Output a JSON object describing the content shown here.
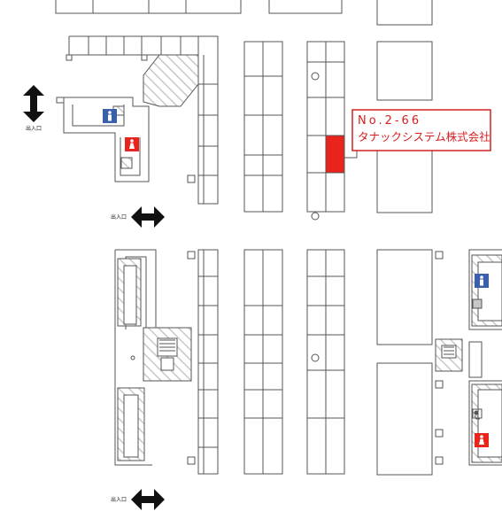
{
  "map": {
    "highlight_booth": {
      "number": "No.2-66",
      "company": "タナックシステム株式会社",
      "color": "#e8241c",
      "border_color": "#d42020"
    },
    "exits": [
      {
        "id": "exit-top-left",
        "label": "出入口"
      },
      {
        "id": "exit-middle",
        "label": "出入口"
      },
      {
        "id": "exit-bottom",
        "label": "出入口"
      }
    ],
    "restroom_colors": {
      "male": "#3a5fab",
      "female": "#e8241c"
    },
    "icons": [
      "male-restroom-icon",
      "female-restroom-icon",
      "wheelchair-icon",
      "stairs-icon",
      "exit-double-arrow-icon"
    ]
  }
}
